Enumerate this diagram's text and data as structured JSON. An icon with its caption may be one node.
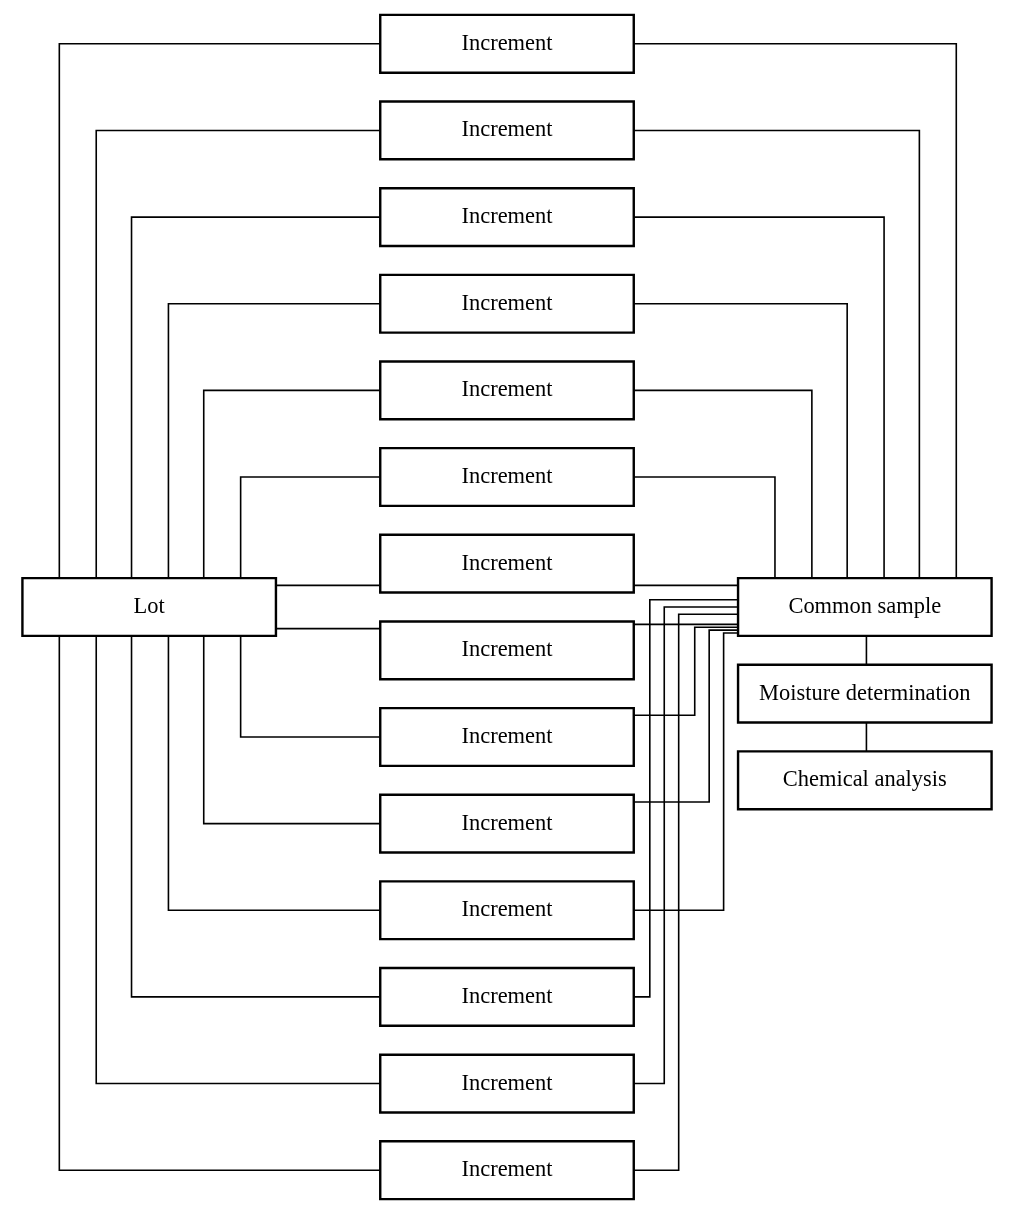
{
  "diagram": {
    "nodes": [
      {
        "text": [
          "Lot"
        ]
      },
      {
        "text": [
          "Increment"
        ]
      },
      {
        "text": [
          "Increment"
        ]
      },
      {
        "text": [
          "Increment"
        ]
      },
      {
        "text": [
          "Increment"
        ]
      },
      {
        "text": [
          "Increment"
        ]
      },
      {
        "text": [
          "Increment"
        ]
      },
      {
        "text": [
          "Increment"
        ]
      },
      {
        "text": [
          "Increment"
        ]
      },
      {
        "text": [
          "Increment"
        ]
      },
      {
        "text": [
          "Increment"
        ]
      },
      {
        "text": [
          "Increment"
        ]
      },
      {
        "text": [
          "Increment"
        ]
      },
      {
        "text": [
          "Increment"
        ]
      },
      {
        "text": [
          "Increment"
        ]
      },
      {
        "text": [
          "Common sample"
        ]
      },
      {
        "text": [
          "Moisture determination"
        ]
      },
      {
        "text": [
          "Chemical analysis"
        ]
      }
    ],
    "edges": [
      {
        "from": 0,
        "to": 1,
        "arrow": "none"
      },
      {
        "from": 0,
        "to": 2,
        "arrow": "none"
      },
      {
        "from": 0,
        "to": 3,
        "arrow": "none"
      },
      {
        "from": 0,
        "to": 4,
        "arrow": "none"
      },
      {
        "from": 0,
        "to": 5,
        "arrow": "none"
      },
      {
        "from": 0,
        "to": 6,
        "arrow": "none"
      },
      {
        "from": 0,
        "to": 7,
        "arrow": "none"
      },
      {
        "from": 0,
        "to": 8,
        "arrow": "none"
      },
      {
        "from": 0,
        "to": 9,
        "arrow": "none"
      },
      {
        "from": 0,
        "to": 10,
        "arrow": "none"
      },
      {
        "from": 0,
        "to": 11,
        "arrow": "none"
      },
      {
        "from": 0,
        "to": 12,
        "arrow": "none"
      },
      {
        "from": 0,
        "to": 13,
        "arrow": "none"
      },
      {
        "from": 0,
        "to": 14,
        "arrow": "none"
      },
      {
        "from": 1,
        "to": 15,
        "arrow": "none"
      },
      {
        "from": 2,
        "to": 15,
        "arrow": "none"
      },
      {
        "from": 3,
        "to": 15,
        "arrow": "none"
      },
      {
        "from": 4,
        "to": 15,
        "arrow": "none"
      },
      {
        "from": 5,
        "to": 15,
        "arrow": "none"
      },
      {
        "from": 6,
        "to": 15,
        "arrow": "none"
      },
      {
        "from": 7,
        "to": 15,
        "arrow": "none"
      },
      {
        "from": 8,
        "to": 15,
        "arrow": "none"
      },
      {
        "from": 9,
        "to": 15,
        "arrow": "none"
      },
      {
        "from": 10,
        "to": 15,
        "arrow": "none"
      },
      {
        "from": 11,
        "to": 15,
        "arrow": "none"
      },
      {
        "from": 12,
        "to": 15,
        "arrow": "none"
      },
      {
        "from": 13,
        "to": 15,
        "arrow": "none"
      },
      {
        "from": 14,
        "to": 15,
        "arrow": "none"
      },
      {
        "from": 15,
        "to": 16,
        "arrow": "none"
      },
      {
        "from": 16,
        "to": 17,
        "arrow": "none"
      }
    ]
  }
}
